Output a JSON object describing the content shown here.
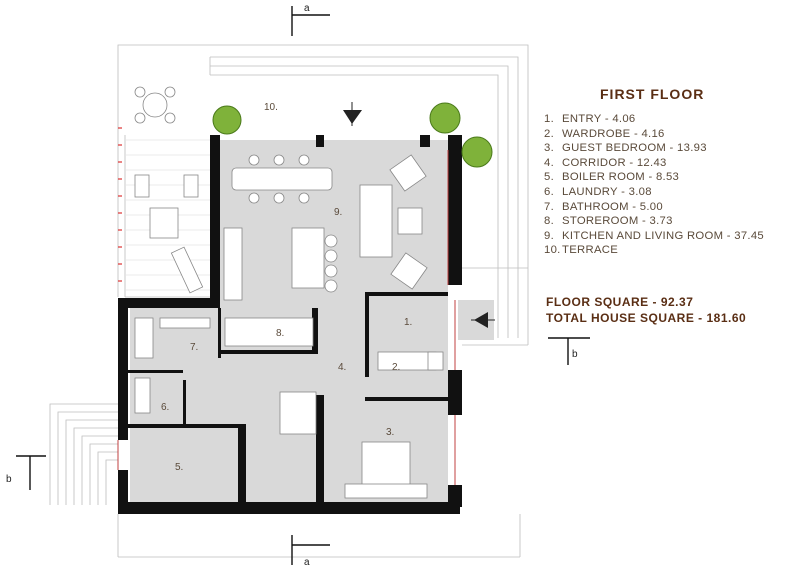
{
  "legend": {
    "title": "FIRST FLOOR",
    "rooms": [
      {
        "num": "1.",
        "label": "ENTRY  - 4.06"
      },
      {
        "num": "2.",
        "label": "WARDROBE - 4.16"
      },
      {
        "num": "3.",
        "label": "GUEST BEDROOM - 13.93"
      },
      {
        "num": "4.",
        "label": "CORRIDOR - 12.43"
      },
      {
        "num": "5.",
        "label": "BOILER ROOM - 8.53"
      },
      {
        "num": "6.",
        "label": "LAUNDRY - 3.08"
      },
      {
        "num": "7.",
        "label": "BATHROOM - 5.00"
      },
      {
        "num": "8.",
        "label": "STOREROOM - 3.73"
      },
      {
        "num": "9.",
        "label": "KITCHEN AND LIVING ROOM - 37.45"
      },
      {
        "num": "10.",
        "label": "TERRACE"
      }
    ],
    "floor_square": "FLOOR SQUARE - 92.37",
    "total_square": "TOTAL HOUSE SQUARE - 181.60"
  },
  "plan": {
    "room_numbers": [
      "1.",
      "2.",
      "3.",
      "4.",
      "5.",
      "6.",
      "7.",
      "8.",
      "9.",
      "10."
    ],
    "section_marks": {
      "a_top": "a",
      "a_bottom": "a",
      "b_left": "b",
      "b_right": "b"
    }
  },
  "colors": {
    "floor": "#d9d9d9",
    "wall": "#111111",
    "text": "#5a4a3a",
    "plant": "#7fb23a",
    "title": "#5a2e14"
  }
}
